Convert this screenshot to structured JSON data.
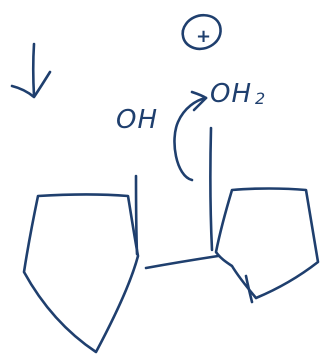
{
  "labels": {
    "oh": "OH",
    "oh2_main": "OH",
    "oh2_sub": "2",
    "charge": "+"
  },
  "colors": {
    "ink": "#1f3f6e",
    "background": "#ffffff"
  },
  "icons": {
    "reaction_arrow": "down-arrow-icon",
    "electron_push": "curved-arrow-icon",
    "positive_charge": "circled-plus-icon"
  }
}
